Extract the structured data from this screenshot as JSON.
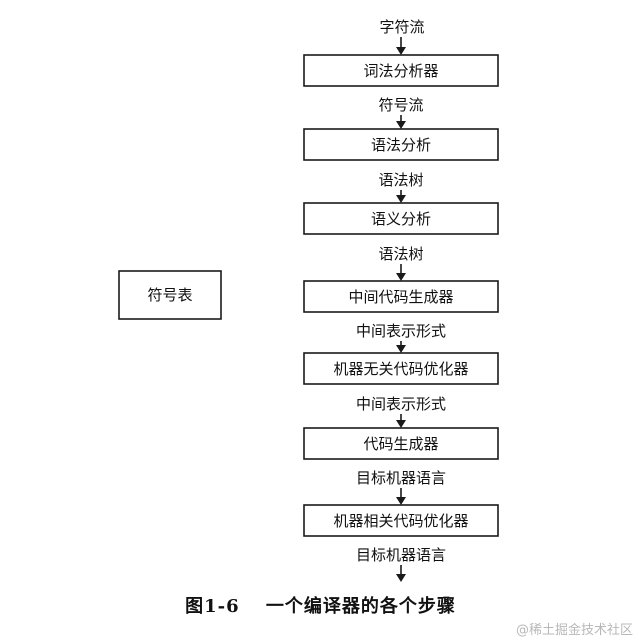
{
  "diagram": {
    "input_label": "字符流",
    "stages": [
      {
        "box": "词法分析器",
        "output": "符号流"
      },
      {
        "box": "语法分析",
        "output": "语法树"
      },
      {
        "box": "语义分析",
        "output": "语法树"
      },
      {
        "box": "中间代码生成器",
        "output": "中间表示形式"
      },
      {
        "box": "机器无关代码优化器",
        "output": "中间表示形式"
      },
      {
        "box": "代码生成器",
        "output": "目标机器语言"
      },
      {
        "box": "机器相关代码优化器",
        "output": "目标机器语言"
      }
    ],
    "symbol_table": "符号表"
  },
  "caption": "图1-6　 一个编译器的各个步骤",
  "watermark": "@稀土掘金技术社区"
}
